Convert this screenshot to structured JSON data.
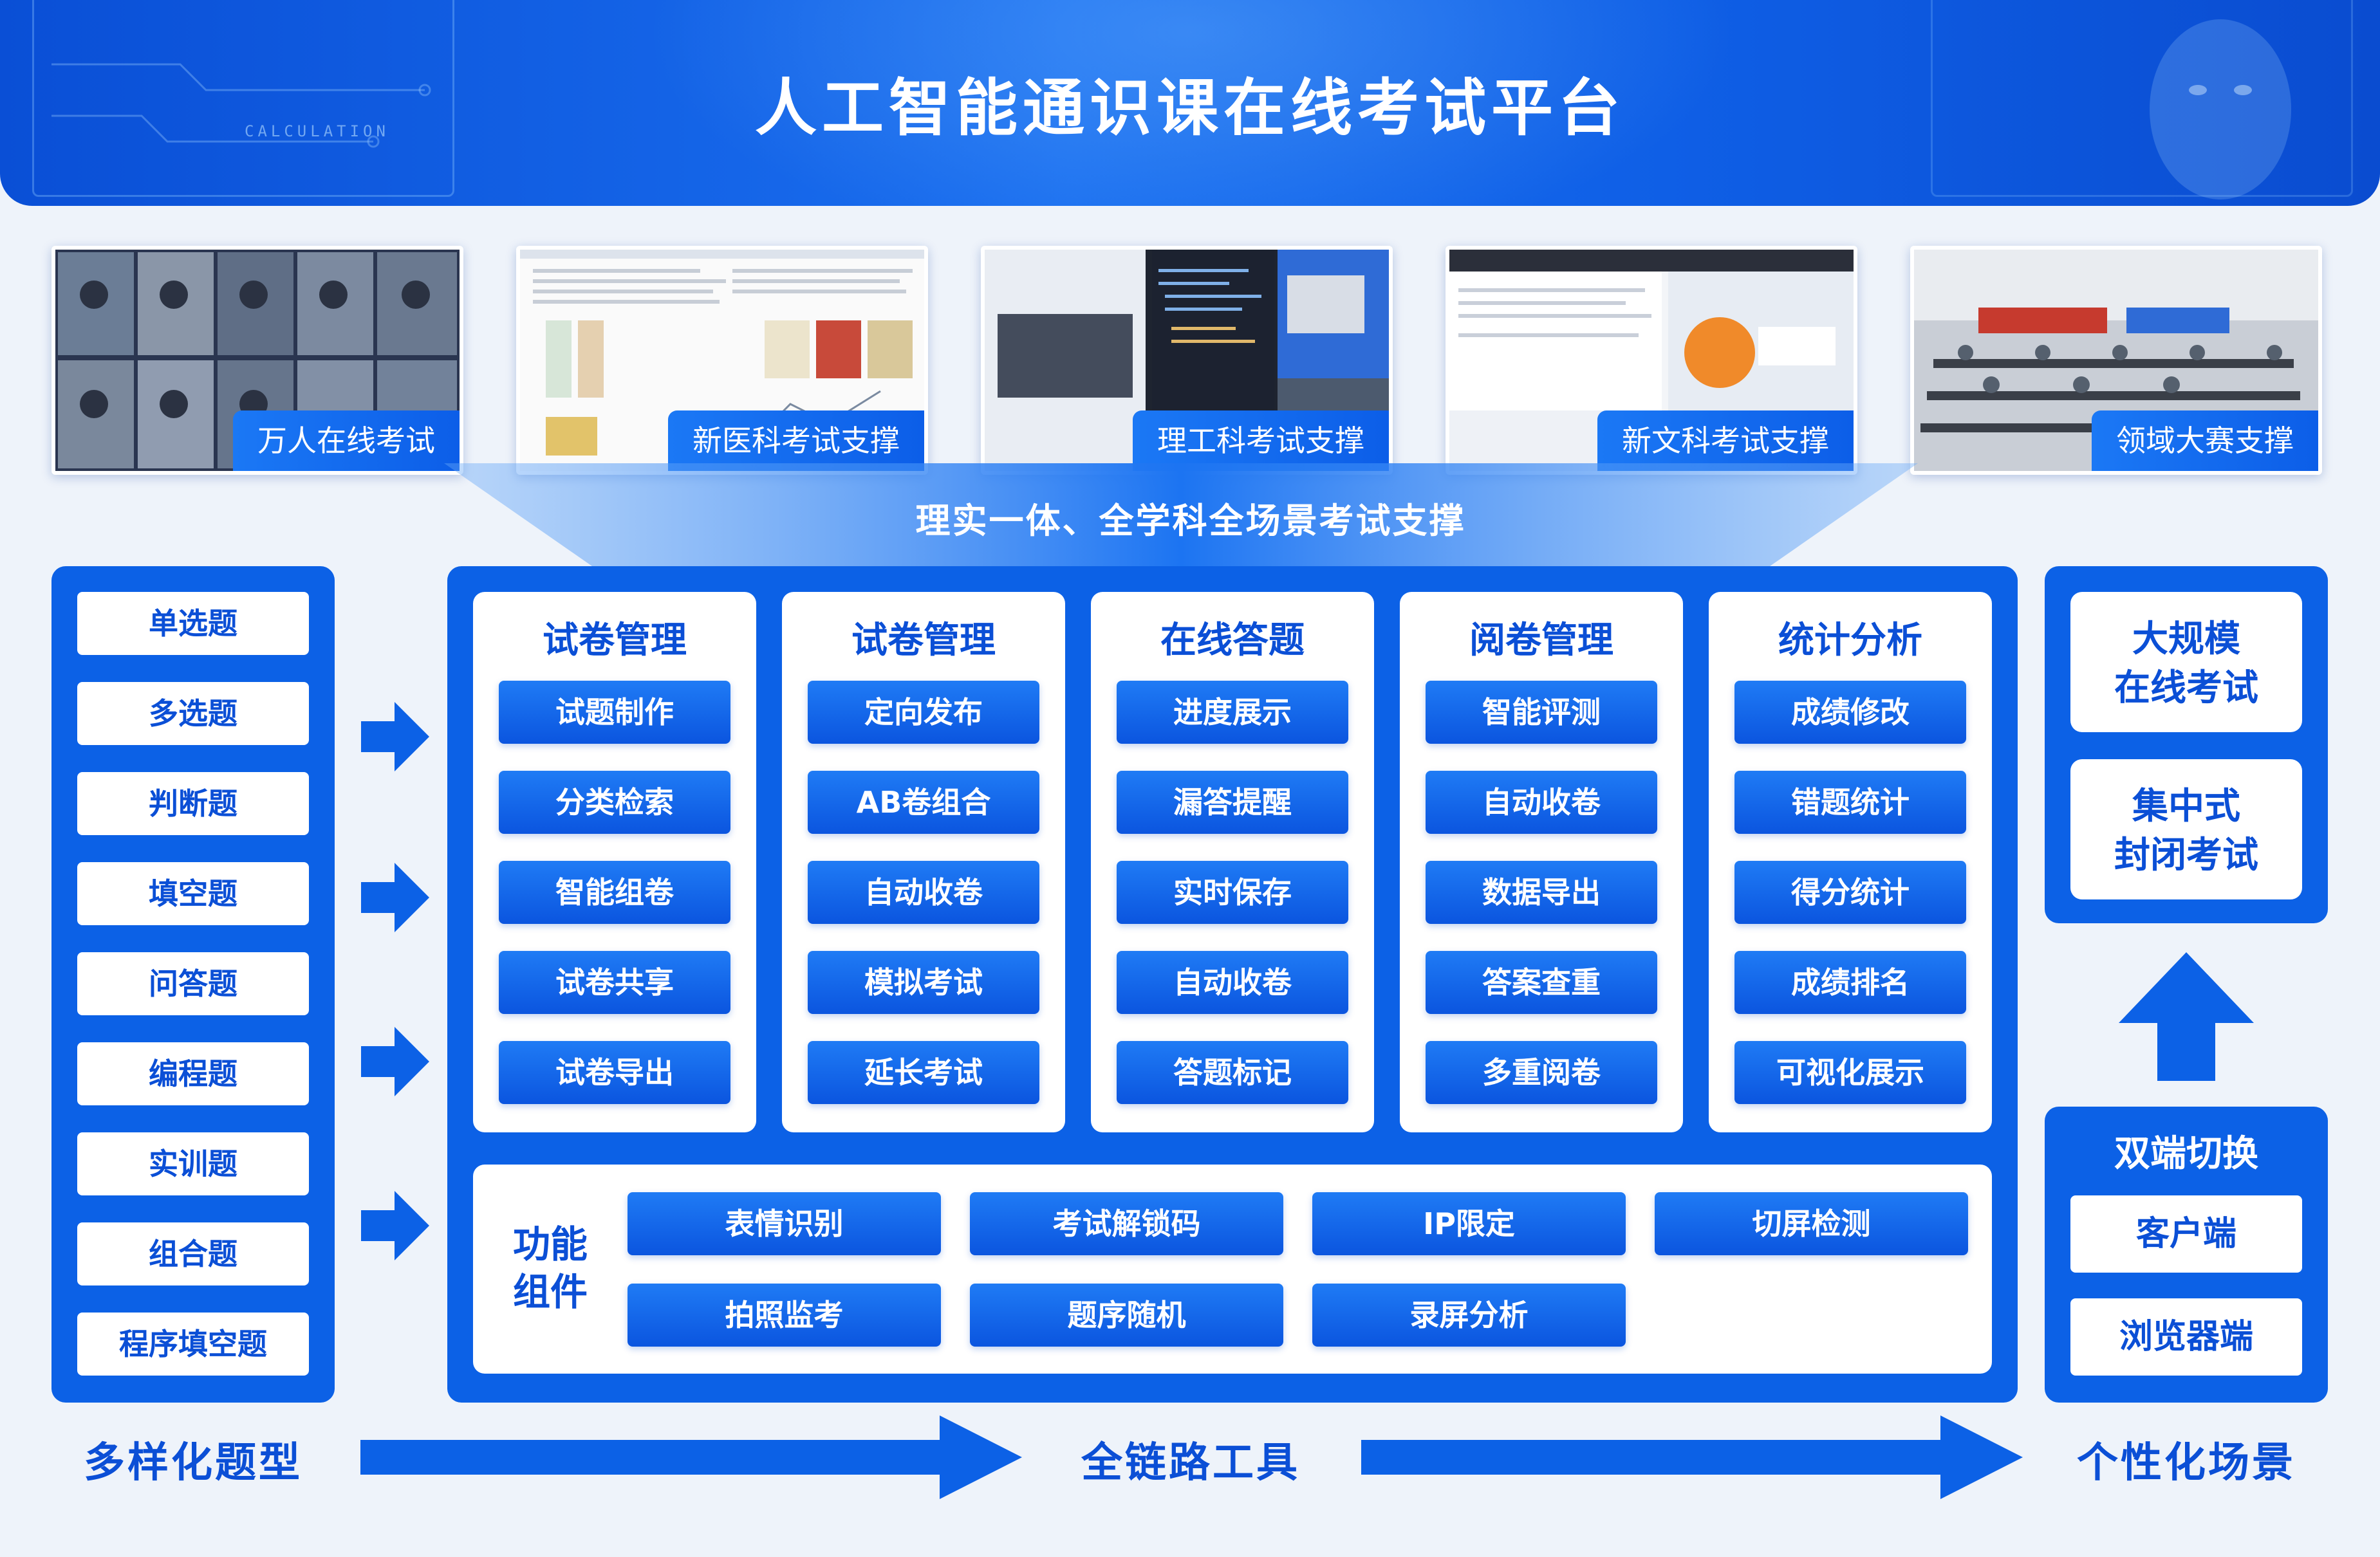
{
  "header": {
    "title": "人工智能通识课在线考试平台",
    "watermark_text": "CALCULATION"
  },
  "photos": [
    {
      "label": "万人在线考试",
      "icon": "video-grid-photo"
    },
    {
      "label": "新医科考试支撑",
      "icon": "document-screenshot"
    },
    {
      "label": "理工科考试支撑",
      "icon": "code-screenshot"
    },
    {
      "label": "新文科考试支撑",
      "icon": "exam-ui-screenshot"
    },
    {
      "label": "领域大赛支撑",
      "icon": "exam-hall-photo"
    }
  ],
  "subtitle": "理实一体、全学科全场景考试支撑",
  "question_types": [
    "单选题",
    "多选题",
    "判断题",
    "填空题",
    "问答题",
    "编程题",
    "实训题",
    "组合题",
    "程序填空题"
  ],
  "modules": [
    {
      "title": "试卷管理",
      "items": [
        "试题制作",
        "分类检索",
        "智能组卷",
        "试卷共享",
        "试卷导出"
      ]
    },
    {
      "title": "试卷管理",
      "items": [
        "定向发布",
        "AB卷组合",
        "自动收卷",
        "模拟考试",
        "延长考试"
      ]
    },
    {
      "title": "在线答题",
      "items": [
        "进度展示",
        "漏答提醒",
        "实时保存",
        "自动收卷",
        "答题标记"
      ]
    },
    {
      "title": "阅卷管理",
      "items": [
        "智能评测",
        "自动收卷",
        "数据导出",
        "答案查重",
        "多重阅卷"
      ]
    },
    {
      "title": "统计分析",
      "items": [
        "成绩修改",
        "错题统计",
        "得分统计",
        "成绩排名",
        "可视化展示"
      ]
    }
  ],
  "functions": {
    "label_line1": "功能",
    "label_line2": "组件",
    "items": [
      "表情识别",
      "考试解锁码",
      "IP限定",
      "切屏检测",
      "拍照监考",
      "题序随机",
      "录屏分析"
    ]
  },
  "scenarios": {
    "top": [
      {
        "line1": "大规模",
        "line2": "在线考试"
      },
      {
        "line1": "集中式",
        "line2": "封闭考试"
      }
    ],
    "switch_title": "双端切换",
    "switch_items": [
      "客户端",
      "浏览器端"
    ]
  },
  "bottom": {
    "left": "多样化题型",
    "center": "全链路工具",
    "right": "个性化场景"
  },
  "colors": {
    "primary": "#0c61e6",
    "text_blue": "#0b4fd6",
    "background": "#eef3fa"
  }
}
